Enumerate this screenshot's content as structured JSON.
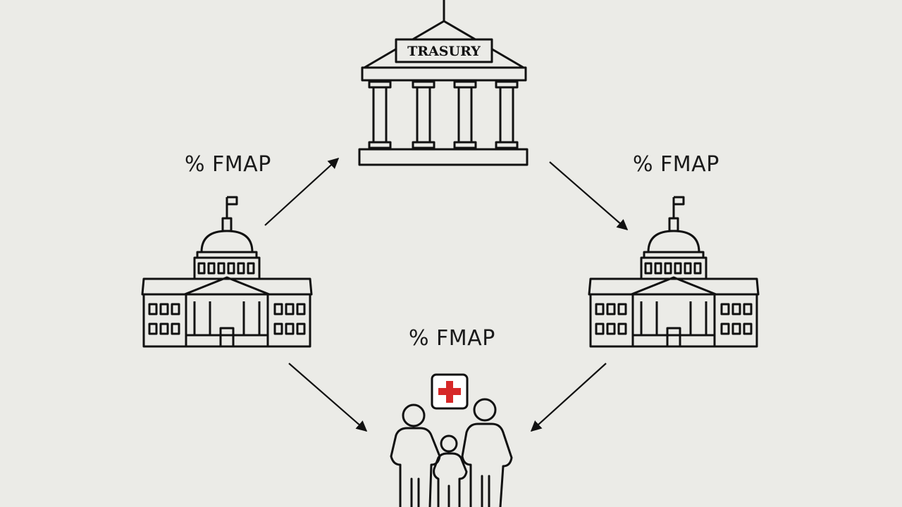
{
  "treasury": {
    "sign": "TRASURY"
  },
  "labels": {
    "left": "% FMAP",
    "right": "% FMAP",
    "bottom": "% FMAP"
  },
  "colors": {
    "background": "#ebebe7",
    "line": "#111111",
    "cross": "#d62828"
  },
  "icons": [
    "treasury-building-icon",
    "state-capitol-icon",
    "family-icon",
    "medical-cross-icon"
  ]
}
